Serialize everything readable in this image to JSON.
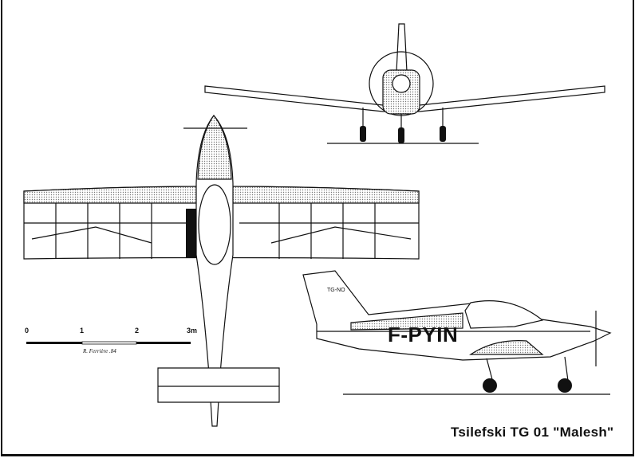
{
  "title": "Tsilefski TG 01 \"Malesh\"",
  "registration": "F-PYIN",
  "tail_marking": "TG-NO",
  "scale_bar": {
    "ticks": [
      "0",
      "1",
      "2",
      "3m"
    ]
  },
  "author_signature": "R. Ferrière .84",
  "colors": {
    "ink": "#111111",
    "paper": "#ffffff"
  }
}
